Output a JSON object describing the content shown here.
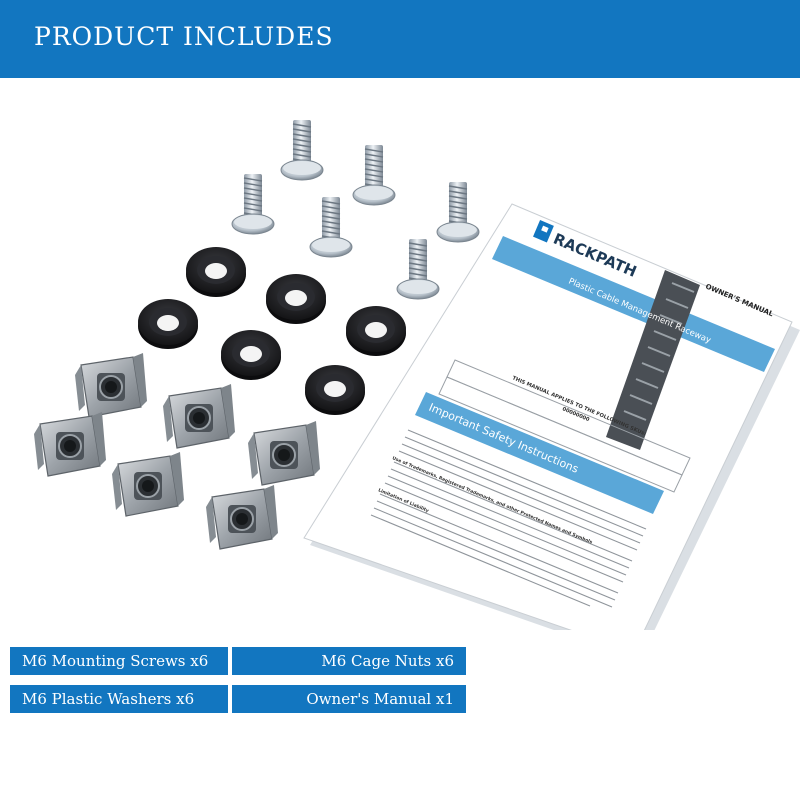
{
  "header": {
    "title": "PRODUCT INCLUDES"
  },
  "colors": {
    "brand_blue": "#1276c0",
    "manual_accent": "#5aa7d8",
    "washer": "#1f1f22",
    "metal": "#b8c0c8"
  },
  "manual": {
    "brand": "RACKPATH",
    "doc_type": "OWNER'S MANUAL",
    "product_name": "Plastic Cable Management Raceway",
    "applies_to": "THIS MANUAL APPLIES TO THE FOLLOWING SKUs:",
    "sku": "00000000",
    "section_title": "Important Safety Instructions",
    "subheading_1": "Use of Trademarks, Registered Trademarks, and other Protected Names and Symbols",
    "subheading_2": "Limitation of Liability"
  },
  "labels": [
    {
      "id": "screws",
      "text": "M6 Mounting Screws x6"
    },
    {
      "id": "cage-nuts",
      "text": "M6 Cage Nuts x6"
    },
    {
      "id": "washers",
      "text": "M6 Plastic Washers x6"
    },
    {
      "id": "manual",
      "text": "Owner's Manual x1"
    }
  ],
  "icons": [
    "rackpath-logo-icon",
    "cable-raceway-icon"
  ]
}
